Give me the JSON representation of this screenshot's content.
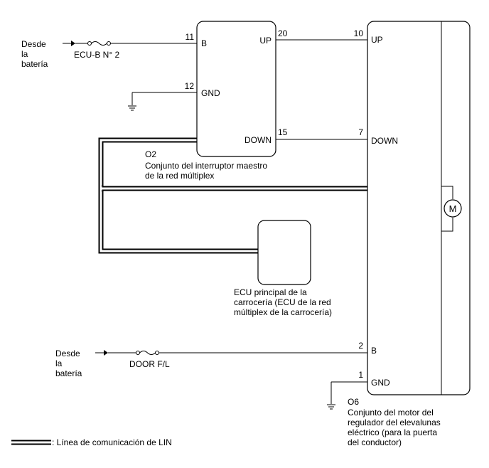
{
  "sources": {
    "battery_top": [
      "Desde",
      "la",
      "batería"
    ],
    "battery_bottom": [
      "Desde",
      "la",
      "batería"
    ]
  },
  "fuses": {
    "top": "ECU-B N° 2",
    "bottom": "DOOR F/L"
  },
  "master_switch": {
    "code": "O2",
    "name_lines": [
      "Conjunto del interruptor maestro",
      "de la red múltiplex"
    ],
    "pins": {
      "b": {
        "num": "11",
        "label": "B"
      },
      "gnd": {
        "num": "12",
        "label": "GND"
      },
      "up": {
        "num": "20",
        "label": "UP"
      },
      "down": {
        "num": "15",
        "label": "DOWN"
      }
    }
  },
  "body_ecu": {
    "name_lines": [
      "ECU principal de la",
      "carrocería (ECU de la red",
      "múltiplex de la carrocería)"
    ]
  },
  "motor_assembly": {
    "code": "O6",
    "name_lines": [
      "Conjunto del motor del",
      "regulador del elevalunas",
      "eléctrico (para la puerta",
      "del conductor)"
    ],
    "pins": {
      "up": {
        "num": "10",
        "label": "UP"
      },
      "down": {
        "num": "7",
        "label": "DOWN"
      },
      "b": {
        "num": "2",
        "label": "B"
      },
      "gnd": {
        "num": "1",
        "label": "GND"
      }
    },
    "motor_symbol": "M"
  },
  "legend": {
    "lin_label": ": Línea de comunicación de LIN"
  }
}
